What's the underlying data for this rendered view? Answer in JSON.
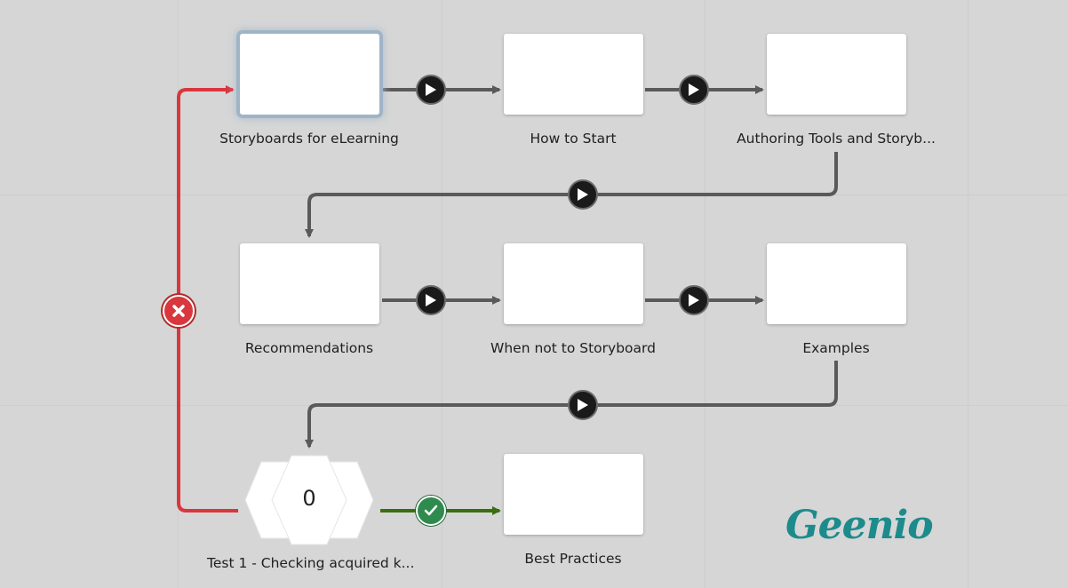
{
  "nodes": [
    {
      "label": "Storyboards for eLearning",
      "selected": true
    },
    {
      "label": "How to Start"
    },
    {
      "label": "Authoring Tools and Storyb..."
    },
    {
      "label": "Recommendations"
    },
    {
      "label": "When not to Storyboard"
    },
    {
      "label": "Examples"
    },
    {
      "label": "Best Practices"
    }
  ],
  "quiz": {
    "label": "Test 1 - Checking acquired k...",
    "count": "0"
  },
  "logo": {
    "text": "Geenio"
  },
  "colors": {
    "background": "#d6d6d6",
    "connector": "#5a5a5a",
    "fail_path": "#d9363e",
    "pass_path": "#3b6e12",
    "logo": "#1d8b8c"
  },
  "icons": {
    "play": "play-icon",
    "fail": "close-x-icon",
    "pass": "checkmark-icon"
  }
}
